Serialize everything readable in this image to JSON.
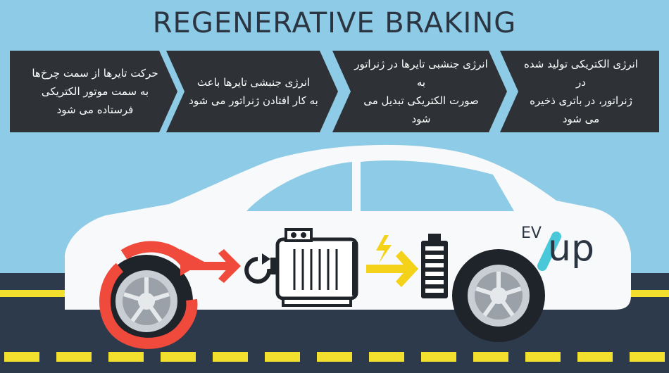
{
  "title": "REGENERATIVE BRAKING",
  "steps": [
    {
      "text": "حرکت تایرها از سمت چرخ‌ها\nبه سمت موتور الکتریکی\nفرستاده می شود"
    },
    {
      "text": "انرژی جنبشی تایرها باعث\nبه کار افتادن ژنراتور می شود"
    },
    {
      "text": "انرژی جنشبی تایرها در ژنراتور به\nصورت الکتریکی تبدیل می شود"
    },
    {
      "text": "انرژی الکتریکی تولید شده در\nژنراتور، در باتری ذخیره می شود"
    }
  ],
  "logo": {
    "small": "EV",
    "big": "up"
  },
  "icons": [
    "rotation-arrow-icon",
    "motor-icon",
    "lightning-icon",
    "battery-icon",
    "wheel-icon"
  ],
  "colors": {
    "sky": "#8ecbe6",
    "banner": "#2e3237",
    "road": "#2d3a4c",
    "dash": "#f2df2e",
    "car": "#ffffff",
    "arrow_red": "#ef4a3c",
    "arrow_yellow": "#f5d21a",
    "logo_accent": "#48c8d8"
  }
}
